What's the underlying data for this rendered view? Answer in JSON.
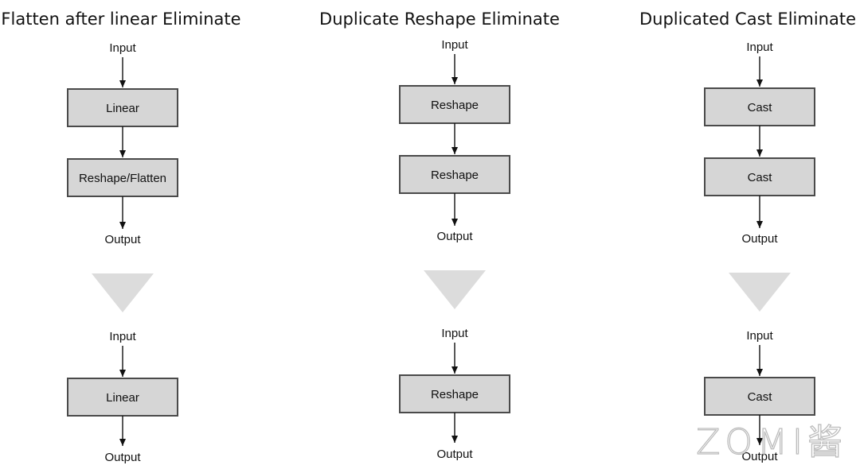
{
  "columns": [
    {
      "title": "Flatten after linear Eliminate",
      "before": {
        "input": "Input",
        "nodes": [
          "Linear",
          "Reshape/Flatten"
        ],
        "output": "Output"
      },
      "after": {
        "input": "Input",
        "nodes": [
          "Linear"
        ],
        "output": "Output"
      }
    },
    {
      "title": "Duplicate Reshape Eliminate",
      "before": {
        "input": "Input",
        "nodes": [
          "Reshape",
          "Reshape"
        ],
        "output": "Output"
      },
      "after": {
        "input": "Input",
        "nodes": [
          "Reshape"
        ],
        "output": "Output"
      }
    },
    {
      "title": "Duplicated Cast Eliminate",
      "before": {
        "input": "Input",
        "nodes": [
          "Cast",
          "Cast"
        ],
        "output": "Output"
      },
      "after": {
        "input": "Input",
        "nodes": [
          "Cast"
        ],
        "output": "Output"
      }
    }
  ],
  "watermark": "ZOMI酱"
}
